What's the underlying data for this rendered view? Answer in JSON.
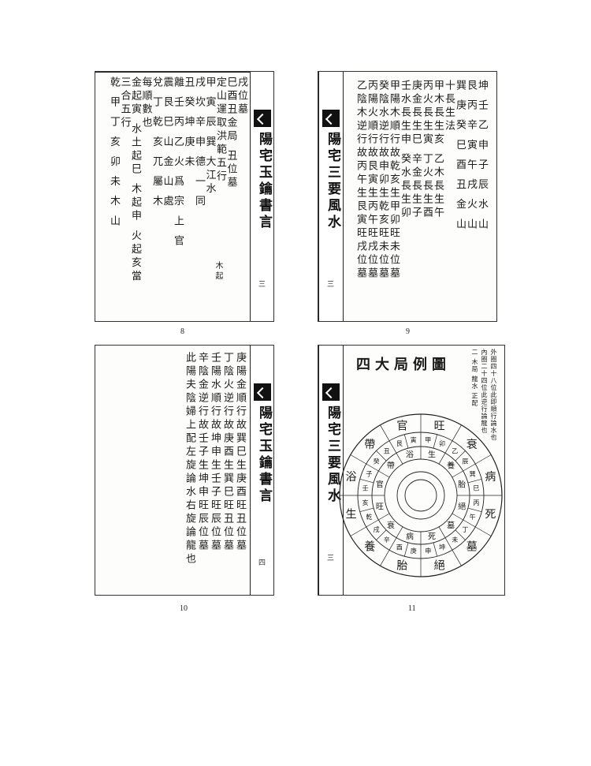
{
  "spine": {
    "title_left": "陽宅玉鑰書言",
    "title_right": "陽宅三要風水"
  },
  "p8": {
    "number": "8",
    "columns": [
      "戌位墓",
      "巳酉丑金局 丑位墓",
      "定山運取洪範五行",
      "甲 寅 辰 巽 大江水",
      "戌 坎 辛 申 德 一 同",
      "丑 癸 坤 庚 未",
      "離 壬 丙 乙 火 爲 宗 上 官",
      "震 艮 巳 山 金 山 處",
      "兌 丁 乾 亥 兀 屬 木",
      "每順數也",
      "金起寅 水土起巳 木起申 火起亥當",
      "三合五行",
      "乾 甲 丁 亥 卯 未 木 山"
    ],
    "note": "木起"
  },
  "p9": {
    "number": "9",
    "columns": [
      "坤 壬 乙 申 子 辰 水 山",
      "艮 丙 辛 寅 午 戌 火 山",
      "巽 庚 癸 巳 酉 丑 金 山",
      "十長生法",
      "甲木長生亥 乙木長生午",
      "丙火長生寅 丁火長生酉",
      "庚金長生巳 辛金長生子",
      "壬水長生申 癸水長生卯",
      "甲陽木順行故乾亥生甲卯旺未位墓",
      "癸陰水逆行故申卯生乾亥旺未位墓",
      "丙陽火順行故艮寅生丙午旺戌位墓",
      "乙陰木逆行故丙午生艮寅旺戌位墓"
    ]
  },
  "p10": {
    "number": "10",
    "columns": [
      "庚陽金順行故巽巳生庚酉旺丑位墓",
      "丁陰火逆行故庚酉生巽巳旺丑位墓",
      "壬陽水順行故坤申生壬子旺辰位墓",
      "辛陰金逆行故壬子生坤申旺辰位墓",
      "此陽夫陰婦上配左旋論水右旋論龍也"
    ]
  },
  "p11": {
    "number": "11",
    "title": "四大局例圖",
    "legend": [
      "外圈四十八位此即順行論水也",
      "內圈二十四位此逆行論龍也",
      "二 木局 龍水 正配"
    ],
    "outer_stages": [
      "旺",
      "衰",
      "病",
      "死",
      "墓",
      "絕",
      "胎",
      "養",
      "生",
      "浴",
      "帶",
      "官"
    ],
    "middle_ring": [
      "甲",
      "卯",
      "乙",
      "辰",
      "巽",
      "巳",
      "丙",
      "午",
      "丁",
      "未",
      "坤",
      "申",
      "庚",
      "酉",
      "辛",
      "戌",
      "乾",
      "亥",
      "壬",
      "子",
      "癸",
      "丑",
      "艮",
      "寅"
    ],
    "inner_stages": [
      "生",
      "養",
      "胎",
      "絕",
      "墓",
      "死",
      "病",
      "衰",
      "旺",
      "官",
      "帶",
      "浴"
    ]
  }
}
